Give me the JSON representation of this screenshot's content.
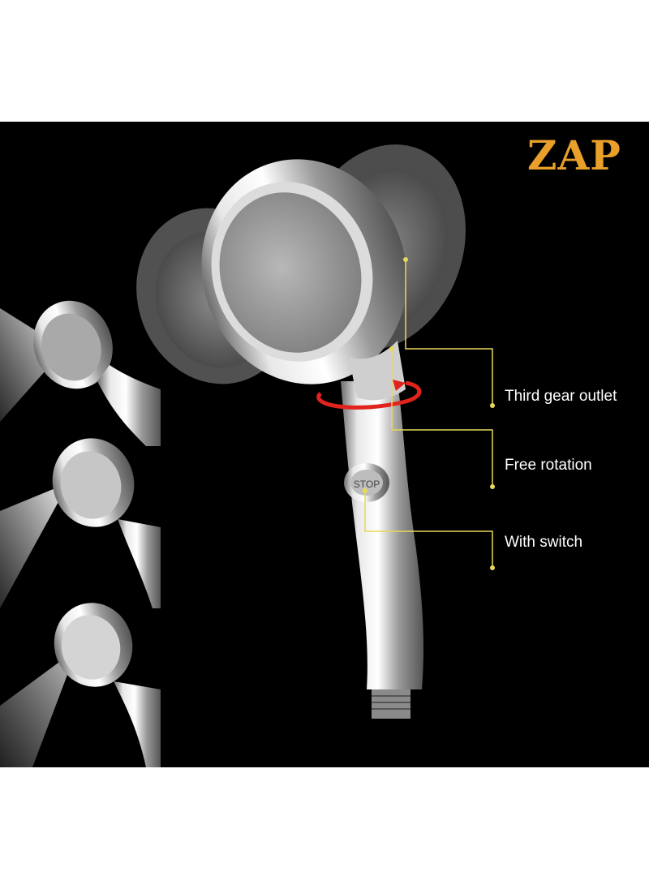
{
  "brand": {
    "text": "ZAP",
    "color": "#e8a02a"
  },
  "features": [
    {
      "label": "Third gear outlet"
    },
    {
      "label": "Free rotation"
    },
    {
      "label": "With switch"
    }
  ],
  "switch_button": {
    "text": "STOP"
  },
  "colors": {
    "background": "#000000",
    "page": "#ffffff",
    "callout_line": "#e8d85a",
    "rotation_arrow": "#e0231c",
    "chrome": "#d9d9d9"
  },
  "icons": [
    "rotation-arrow-icon"
  ]
}
